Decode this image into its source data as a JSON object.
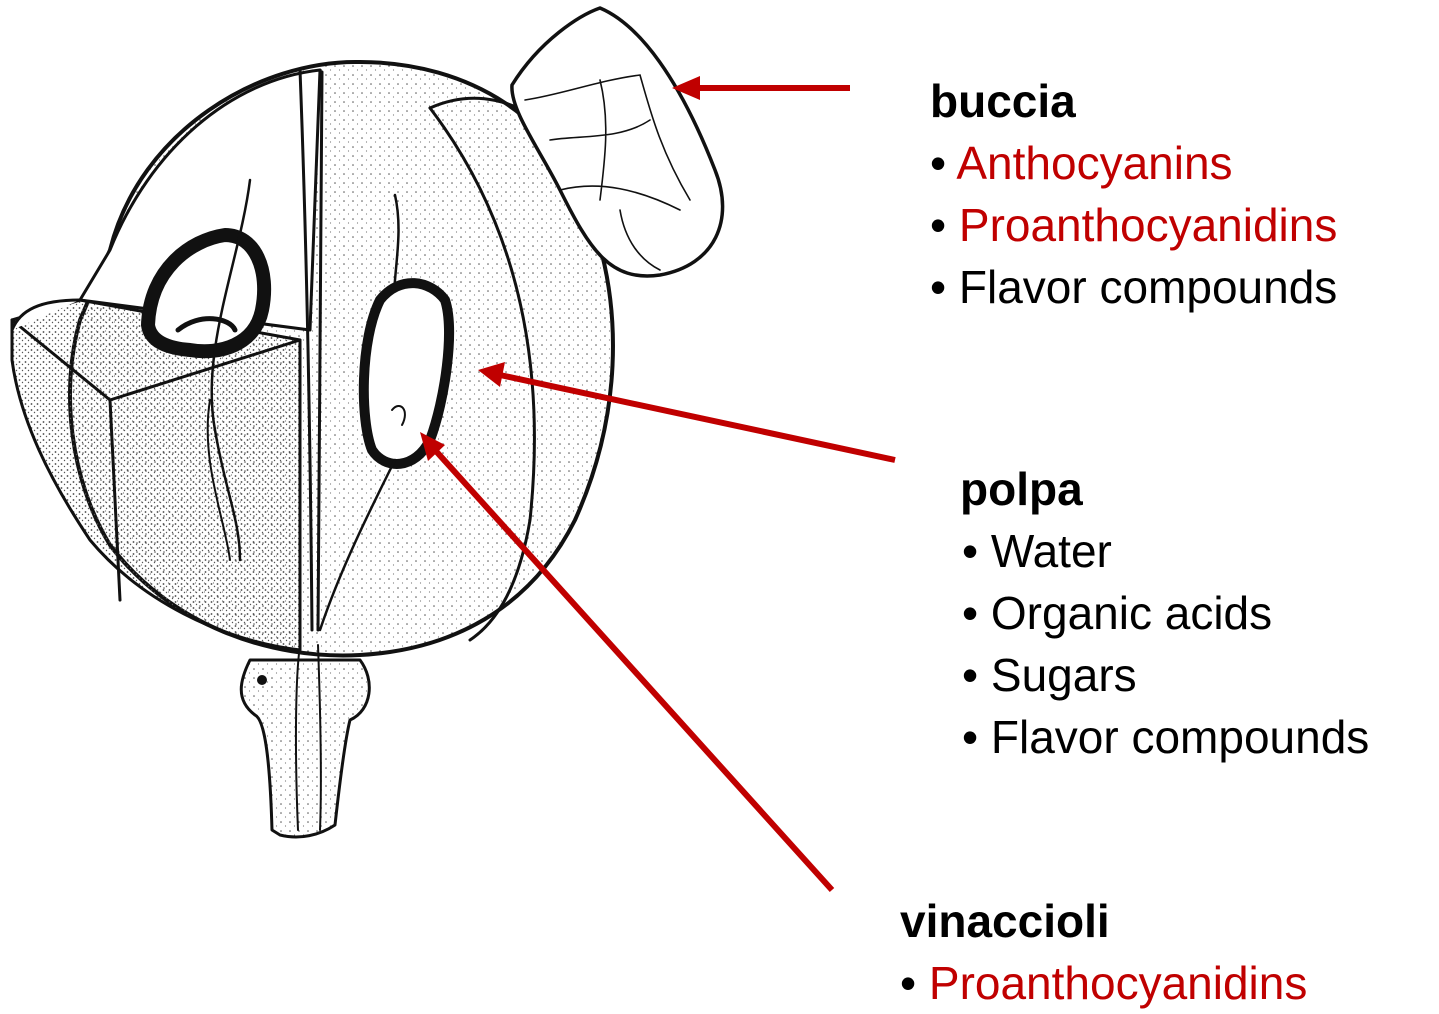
{
  "colors": {
    "highlight": "#c00000",
    "normal": "#000000",
    "arrow": "#c00000",
    "ink": "#111111"
  },
  "icons": [
    "grape-berry-cross-section-illustration",
    "arrow-to-skin-icon",
    "arrow-to-pulp-icon",
    "arrow-to-seed-icon"
  ],
  "groups": [
    {
      "id": "buccia",
      "title": "buccia",
      "items": [
        {
          "text": "Anthocyanins",
          "highlight": true
        },
        {
          "text": "Proanthocyanidins",
          "highlight": true
        },
        {
          "text": "Flavor compounds",
          "highlight": false
        }
      ]
    },
    {
      "id": "polpa",
      "title": "polpa",
      "items": [
        {
          "text": "Water",
          "highlight": false
        },
        {
          "text": "Organic acids",
          "highlight": false
        },
        {
          "text": "Sugars",
          "highlight": false
        },
        {
          "text": "Flavor compounds",
          "highlight": false
        }
      ]
    },
    {
      "id": "vinaccioli",
      "title": "vinaccioli",
      "items": [
        {
          "text": "Proanthocyanidins",
          "highlight": true
        }
      ]
    }
  ]
}
